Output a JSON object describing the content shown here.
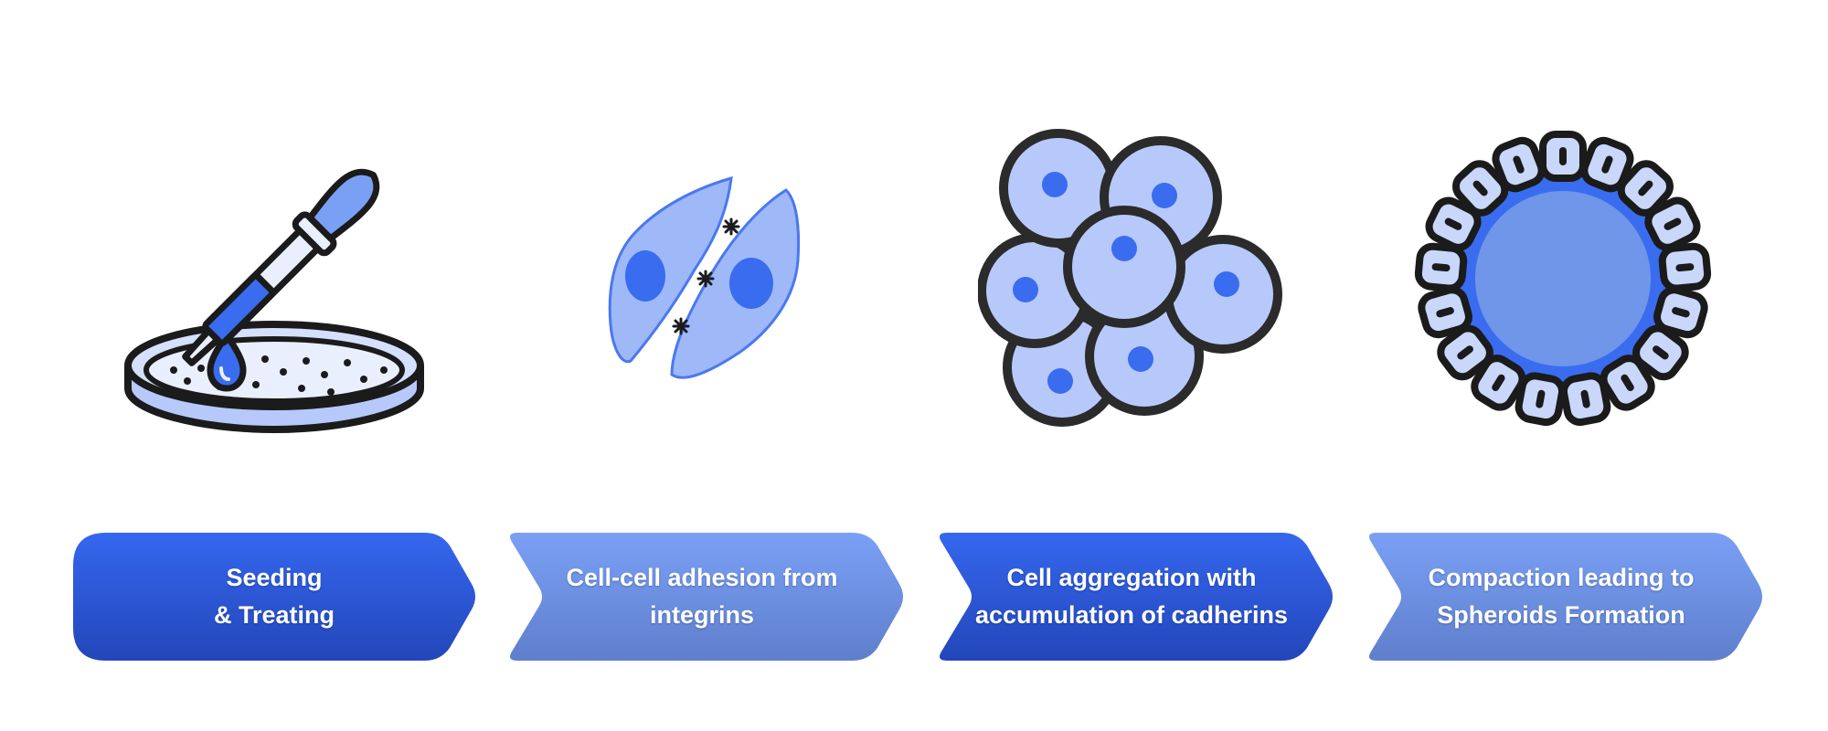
{
  "colors": {
    "dark_start": "#3567ee",
    "dark_end": "#2346ba",
    "light_start": "#7aa0f6",
    "light_end": "#5f7fcc",
    "cell_fill": "#b7c9fb",
    "nucleus": "#3a6cf0",
    "outline": "#1b1b1b"
  },
  "steps": [
    {
      "label": "Seeding\n& Treating",
      "style": "dark",
      "icon": "petri-dish-dropper-icon"
    },
    {
      "label": "Cell-cell adhesion from\nintegrins",
      "style": "light",
      "icon": "adhering-cells-icon"
    },
    {
      "label": "Cell aggregation with\naccumulation of cadherins",
      "style": "dark",
      "icon": "cell-cluster-icon"
    },
    {
      "label": "Compaction leading to\nSpheroids Formation",
      "style": "light",
      "icon": "spheroid-icon"
    }
  ]
}
